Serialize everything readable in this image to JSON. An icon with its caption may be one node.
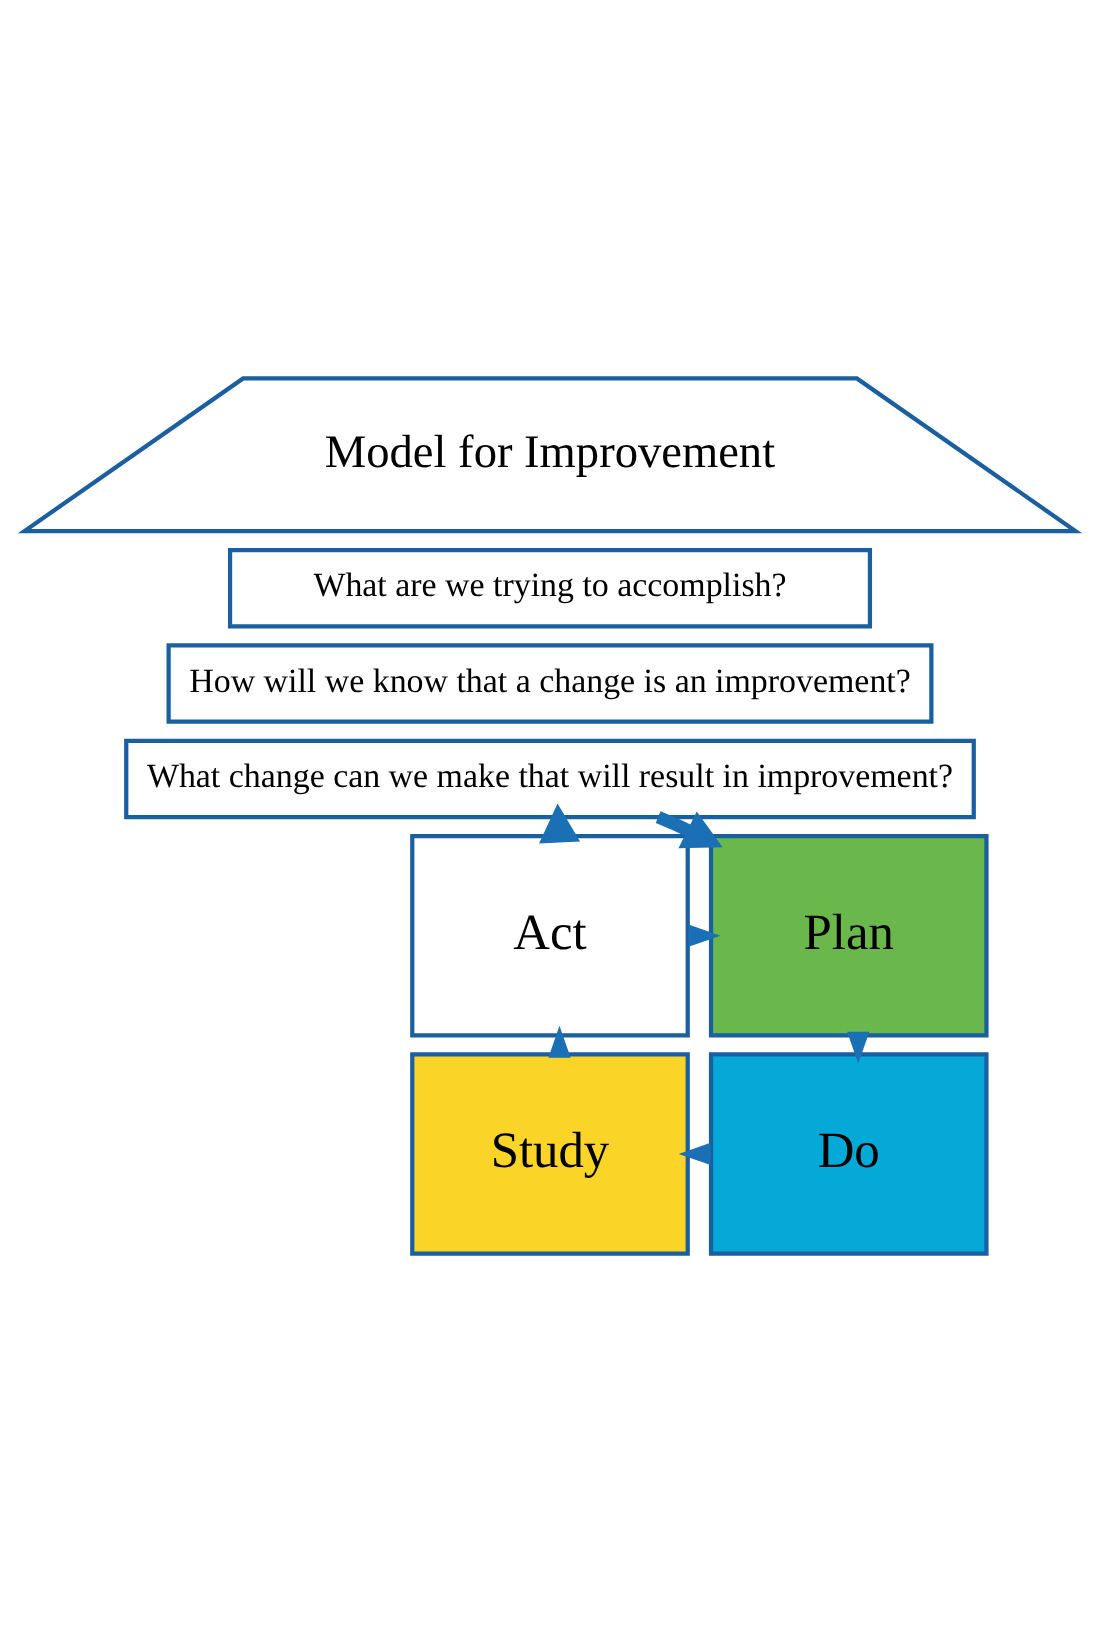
{
  "diagram": {
    "nodes": [
      {
        "text": [
          "Model for Improvement"
        ]
      },
      {
        "text": [
          "What are we trying to accomplish?"
        ]
      },
      {
        "text": [
          "How will we know that a change is an improvement?"
        ]
      },
      {
        "text": [
          "What change can we make that will result in improvement?"
        ]
      },
      {
        "text": [
          "Act"
        ]
      },
      {
        "text": [
          "Plan"
        ]
      },
      {
        "text": [
          "Do"
        ]
      },
      {
        "text": [
          "Study"
        ]
      }
    ],
    "edges": [
      {
        "from": 4,
        "to": 3,
        "arrow": "to",
        "style": "thick"
      },
      {
        "from": 3,
        "to": 5,
        "arrow": "to",
        "style": "thick"
      },
      {
        "from": 4,
        "to": 5,
        "arrow": "to"
      },
      {
        "from": 5,
        "to": 6,
        "arrow": "to"
      },
      {
        "from": 6,
        "to": 7,
        "arrow": "to"
      },
      {
        "from": 7,
        "to": 4,
        "arrow": "to"
      }
    ]
  }
}
